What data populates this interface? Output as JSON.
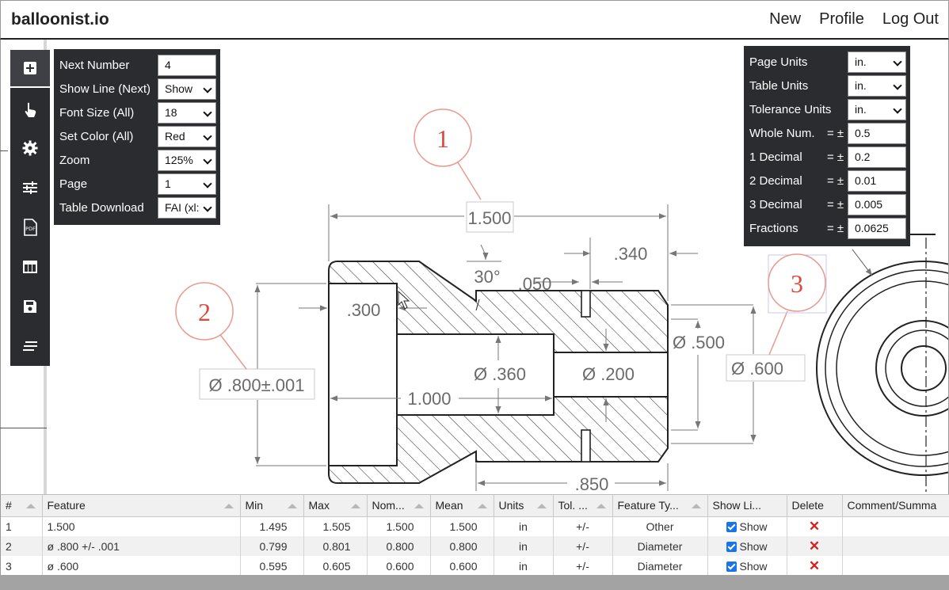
{
  "header": {
    "brand": "balloonist.io",
    "nav": [
      "New",
      "Profile",
      "Log Out"
    ]
  },
  "toolbar": {
    "tools": [
      {
        "icon": "plus-square-icon",
        "active": true
      },
      {
        "icon": "pointer-hand-icon"
      },
      {
        "icon": "gear-icon"
      },
      {
        "icon": "sliders-icon"
      },
      {
        "icon": "pdf-file-icon"
      },
      {
        "icon": "table-icon"
      },
      {
        "icon": "save-disk-icon"
      },
      {
        "icon": "lines-menu-icon"
      }
    ]
  },
  "settings": {
    "rows": [
      {
        "label": "Next Number",
        "value": "4",
        "type": "input"
      },
      {
        "label": "Show Line (Next)",
        "value": "Show",
        "type": "select"
      },
      {
        "label": "Font Size (All)",
        "value": "18",
        "type": "select"
      },
      {
        "label": "Set Color (All)",
        "value": "Red",
        "type": "select"
      },
      {
        "label": "Zoom",
        "value": "125%",
        "type": "select"
      },
      {
        "label": "Page",
        "value": "1",
        "type": "select"
      },
      {
        "label": "Table Download",
        "value": "FAI (xl:",
        "type": "select"
      }
    ]
  },
  "tolerance": {
    "rows": [
      {
        "label": "Page Units",
        "value": "in.",
        "type": "select"
      },
      {
        "label": "Table Units",
        "value": "in.",
        "type": "select"
      },
      {
        "label": "Tolerance Units",
        "value": "in.",
        "type": "select"
      },
      {
        "label": "Whole Num.",
        "pm": "= ±",
        "value": "0.5",
        "type": "input"
      },
      {
        "label": "1 Decimal",
        "pm": "= ±",
        "value": "0.2",
        "type": "input"
      },
      {
        "label": "2 Decimal",
        "pm": "= ±",
        "value": "0.01",
        "type": "input"
      },
      {
        "label": "3 Decimal",
        "pm": "= ±",
        "value": "0.005",
        "type": "input"
      },
      {
        "label": "Fractions",
        "pm": "= ±",
        "value": "0.0625",
        "type": "input"
      }
    ]
  },
  "drawing": {
    "balloons": [
      "1",
      "2",
      "3"
    ],
    "dimensions": {
      "d1500": "1.500",
      "d340": ".340",
      "d30": "30°",
      "d050": ".050",
      "d300": ".300",
      "d800": "Ø .800±.001",
      "d360": "Ø .360",
      "d200": "Ø .200",
      "d500": "Ø .500",
      "d600": "Ø .600",
      "d1000": "1.000",
      "d850": ".850"
    },
    "colors": {
      "balloon": "#d94b3f",
      "balloon_ring": "#e89a90",
      "dim": "#6b6b6b"
    }
  },
  "table": {
    "columns": [
      "#",
      "Feature",
      "Min",
      "Max",
      "Nom...",
      "Mean",
      "Units",
      "Tol. ...",
      "Feature Ty...",
      "Show Li...",
      "Delete",
      "Comment/Summa"
    ],
    "rows": [
      {
        "n": "1",
        "feature": "1.500",
        "min": "1.495",
        "max": "1.505",
        "nom": "1.500",
        "mean": "1.500",
        "units": "in",
        "tol": "+/-",
        "ftype": "Other",
        "show": "Show",
        "del": "✕"
      },
      {
        "n": "2",
        "feature": "ø .800 +/- .001",
        "min": "0.799",
        "max": "0.801",
        "nom": "0.800",
        "mean": "0.800",
        "units": "in",
        "tol": "+/-",
        "ftype": "Diameter",
        "show": "Show",
        "del": "✕"
      },
      {
        "n": "3",
        "feature": "ø .600",
        "min": "0.595",
        "max": "0.605",
        "nom": "0.600",
        "mean": "0.600",
        "units": "in",
        "tol": "+/-",
        "ftype": "Diameter",
        "show": "Show",
        "del": "✕"
      }
    ]
  }
}
